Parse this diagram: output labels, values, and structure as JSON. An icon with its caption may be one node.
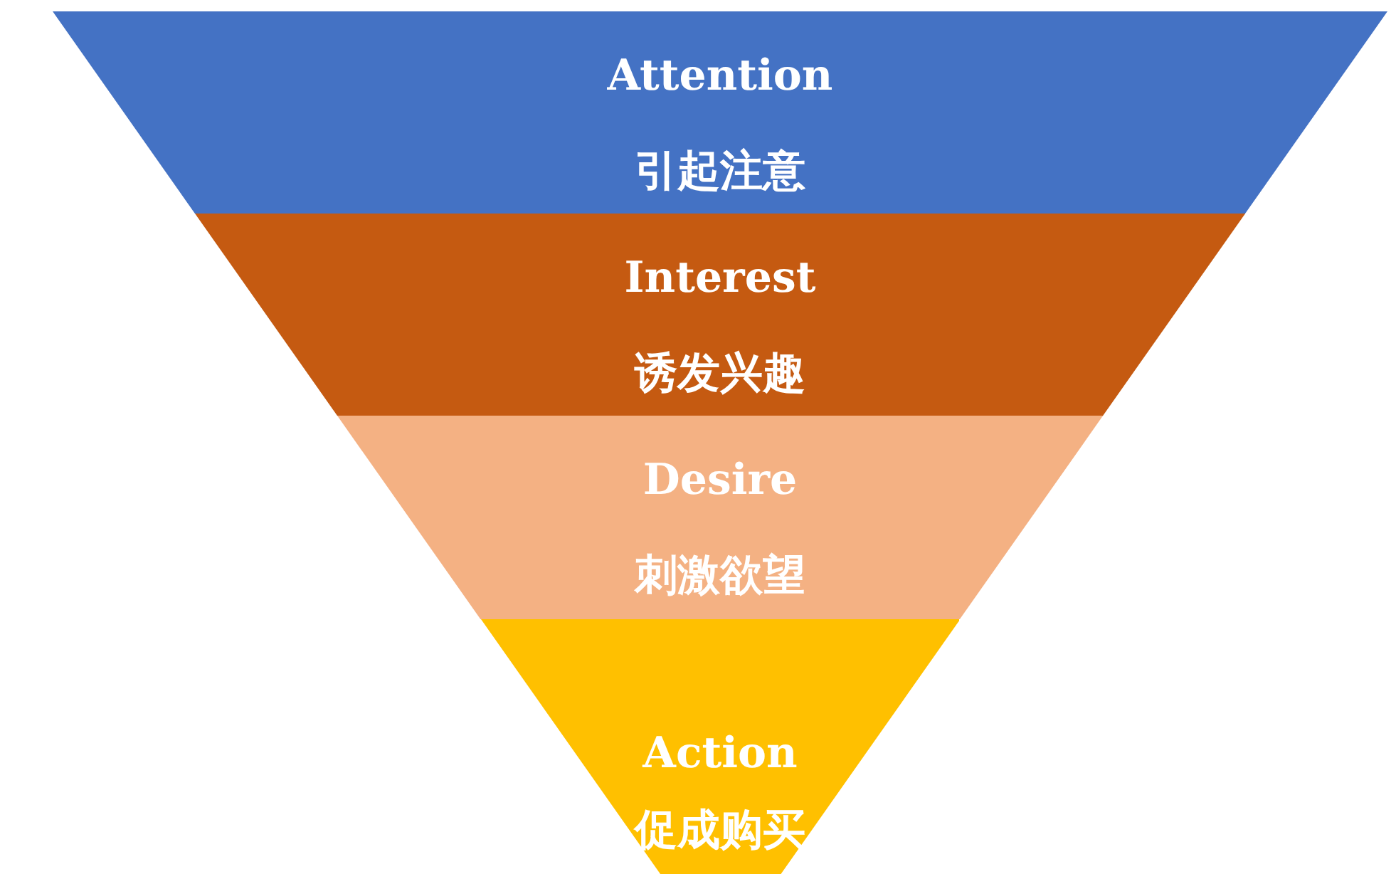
{
  "diagram": {
    "nodes": [
      {
        "text": [
          "Attention",
          "引起注意"
        ]
      },
      {
        "text": [
          "Interest",
          "诱发兴趣"
        ]
      },
      {
        "text": [
          "Desire",
          "刺激欲望"
        ]
      },
      {
        "text": [
          "Action",
          "促成购买"
        ]
      }
    ]
  }
}
